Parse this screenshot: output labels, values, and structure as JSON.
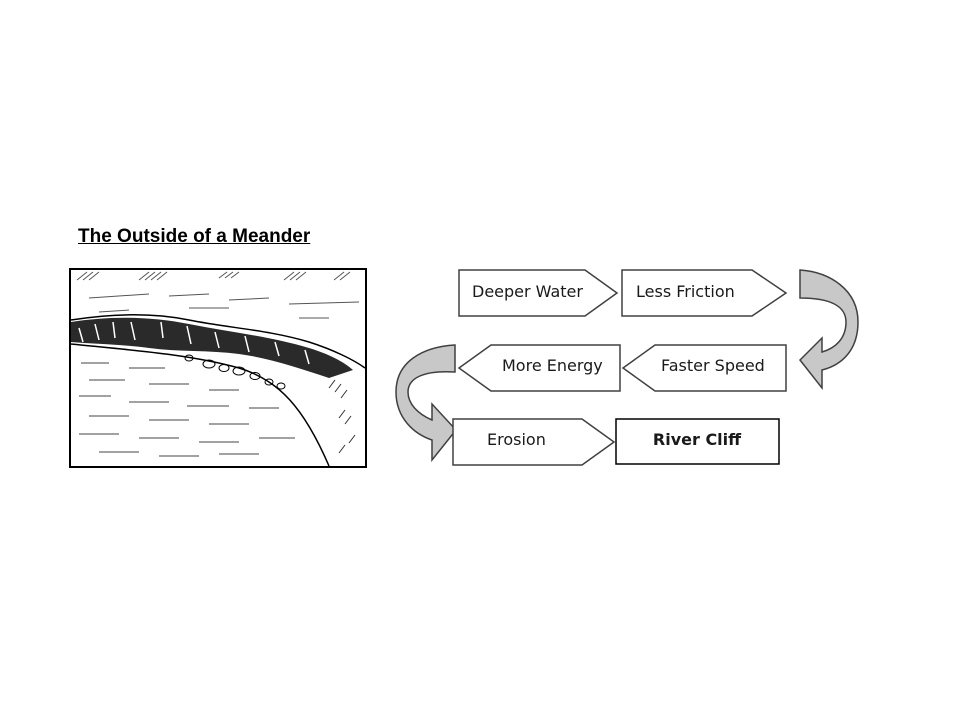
{
  "title": "The Outside of a Meander",
  "flow": {
    "row1": [
      "Deeper Water",
      "Less Friction"
    ],
    "row2": [
      "More Energy",
      "Faster Speed"
    ],
    "row3": [
      "Erosion",
      "River Cliff"
    ]
  },
  "colors": {
    "curved_arrow_fill": "#c8c8c8",
    "stroke": "#404040"
  }
}
